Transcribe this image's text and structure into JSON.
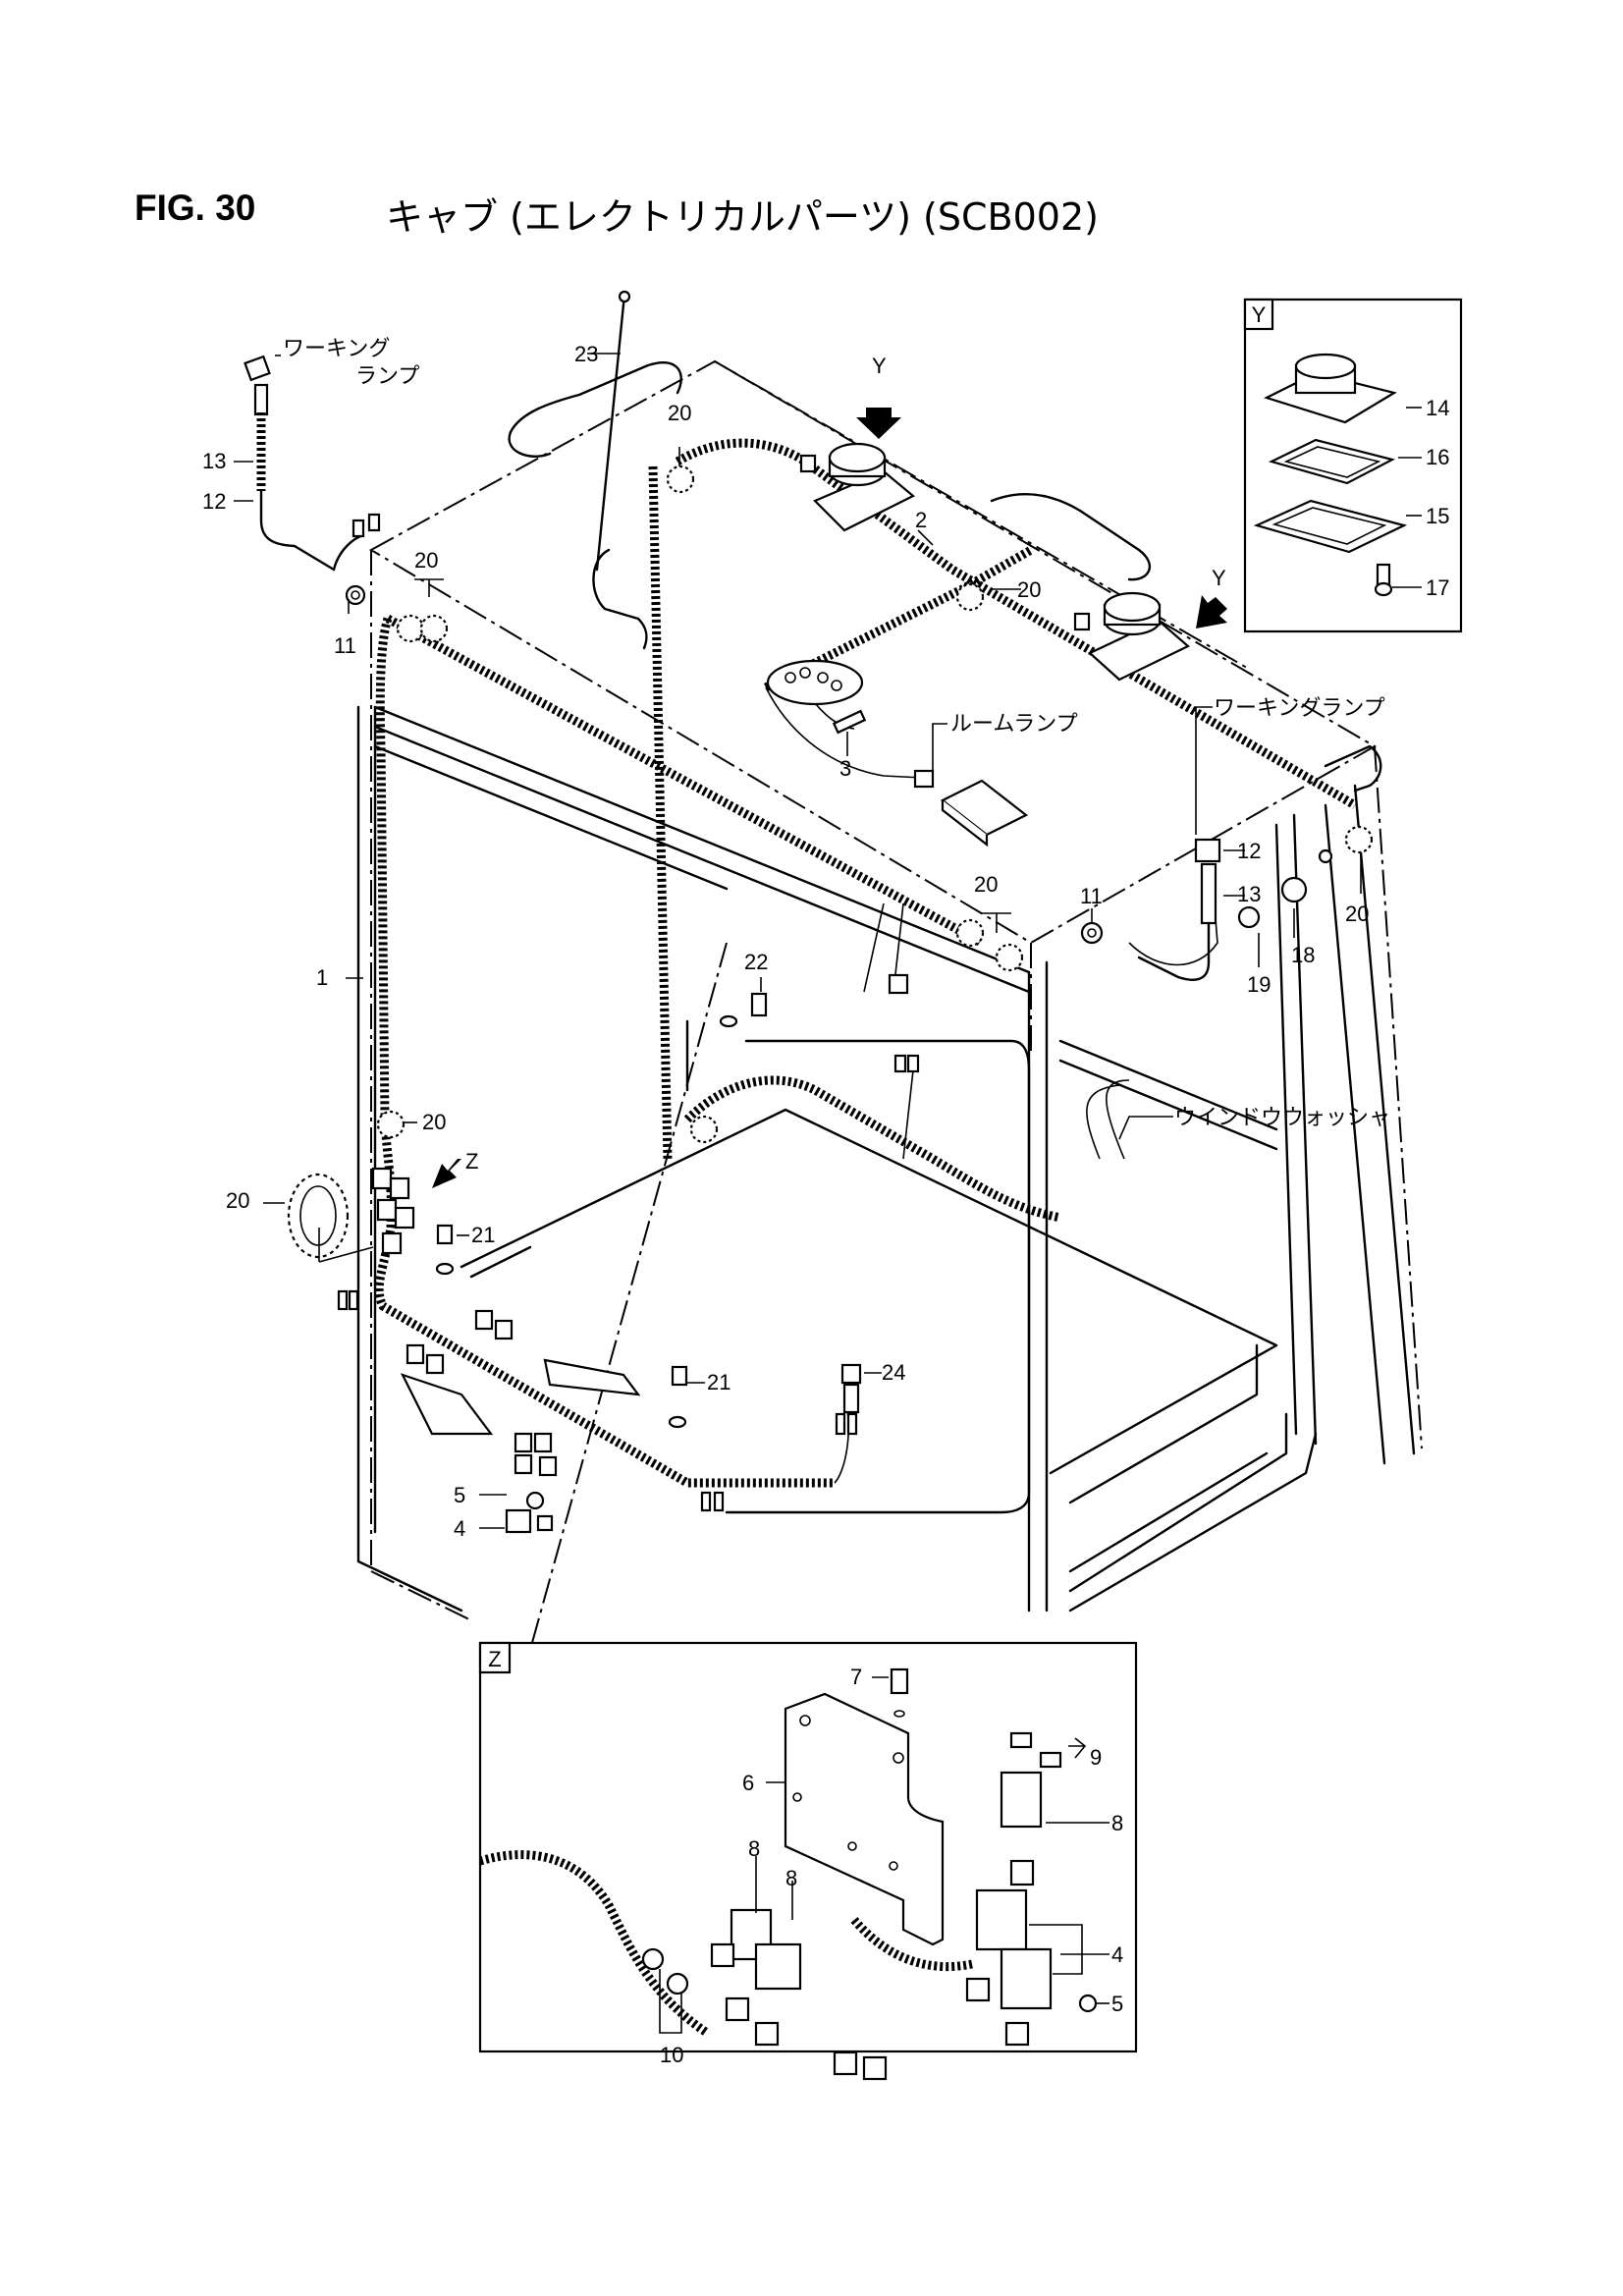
{
  "figure": {
    "number": "FIG. 30",
    "title": "キャブ (エレクトリカルパーツ) (SCB002)"
  },
  "callouts": {
    "c1": "1",
    "c2": "2",
    "c3": "3",
    "c4": "4",
    "c5": "5",
    "c11a": "11",
    "c11b": "11",
    "c12a": "12",
    "c12b": "12",
    "c13a": "13",
    "c13b": "13",
    "c14": "14",
    "c15": "15",
    "c16": "16",
    "c17": "17",
    "c18": "18",
    "c19": "19",
    "c20a": "20",
    "c20b": "20",
    "c20c": "20",
    "c20d": "20",
    "c20e": "20",
    "c20f": "20",
    "c20g": "20",
    "c21a": "21",
    "c21b": "21",
    "c22": "22",
    "c23": "23",
    "c24": "24"
  },
  "inset_z_callouts": {
    "c4": "4",
    "c5": "5",
    "c6": "6",
    "c7": "7",
    "c8a": "8",
    "c8b": "8",
    "c8c": "8",
    "c9": "9",
    "c10": "10"
  },
  "view_markers": {
    "y1": "Y",
    "y2": "Y",
    "z": "Z"
  },
  "insets": {
    "y_tag": "Y",
    "z_tag": "Z"
  },
  "part_names": {
    "working_lamp_left_1": "ワーキング",
    "working_lamp_left_2": "ランプ",
    "working_lamp_right": "ワーキングランプ",
    "room_lamp": "ルームランプ",
    "window_washer": "ウインドウウォッシャ"
  }
}
